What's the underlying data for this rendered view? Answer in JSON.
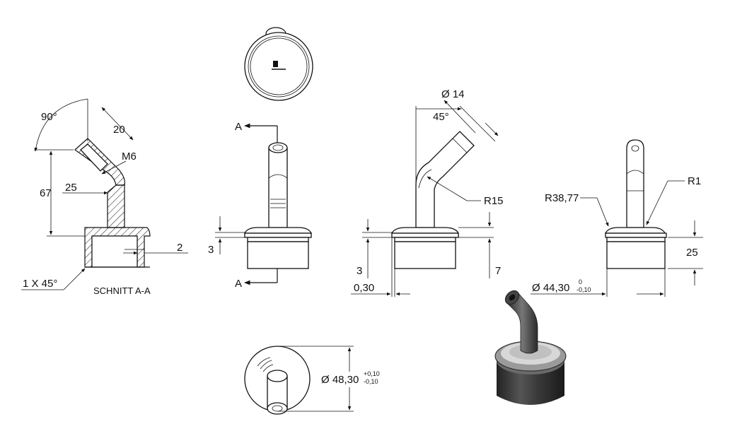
{
  "section": {
    "angle_label": "90°",
    "dim_20": "20",
    "thread_label": "M6",
    "dim_25": "25",
    "dim_67": "67",
    "dim_2": "2",
    "chamfer_label": "1 X 45°",
    "title": "SCHNITT A-A"
  },
  "front_view": {
    "section_mark_top": "A",
    "section_mark_bottom": "A",
    "dim_3": "3"
  },
  "side_view": {
    "diameter_label": "Ø 14",
    "angle_label": "45°",
    "radius_label": "R15",
    "dim_3": "3",
    "dim_030": "0,30",
    "dim_7": "7"
  },
  "right_view": {
    "radius_large": "R38,77",
    "radius_small": "R1",
    "dim_25": "25",
    "diameter_label": "Ø 44,30",
    "tol_upper": "0",
    "tol_lower": "-0,10"
  },
  "bottom_view": {
    "diameter_label": "Ø 48,30",
    "tol_upper": "+0,10",
    "tol_lower": "-0,10"
  },
  "colors": {
    "line": "#111111",
    "render_dark": "#3a3a3a",
    "render_mid": "#8a8a8a",
    "render_light": "#d6d6d6"
  }
}
